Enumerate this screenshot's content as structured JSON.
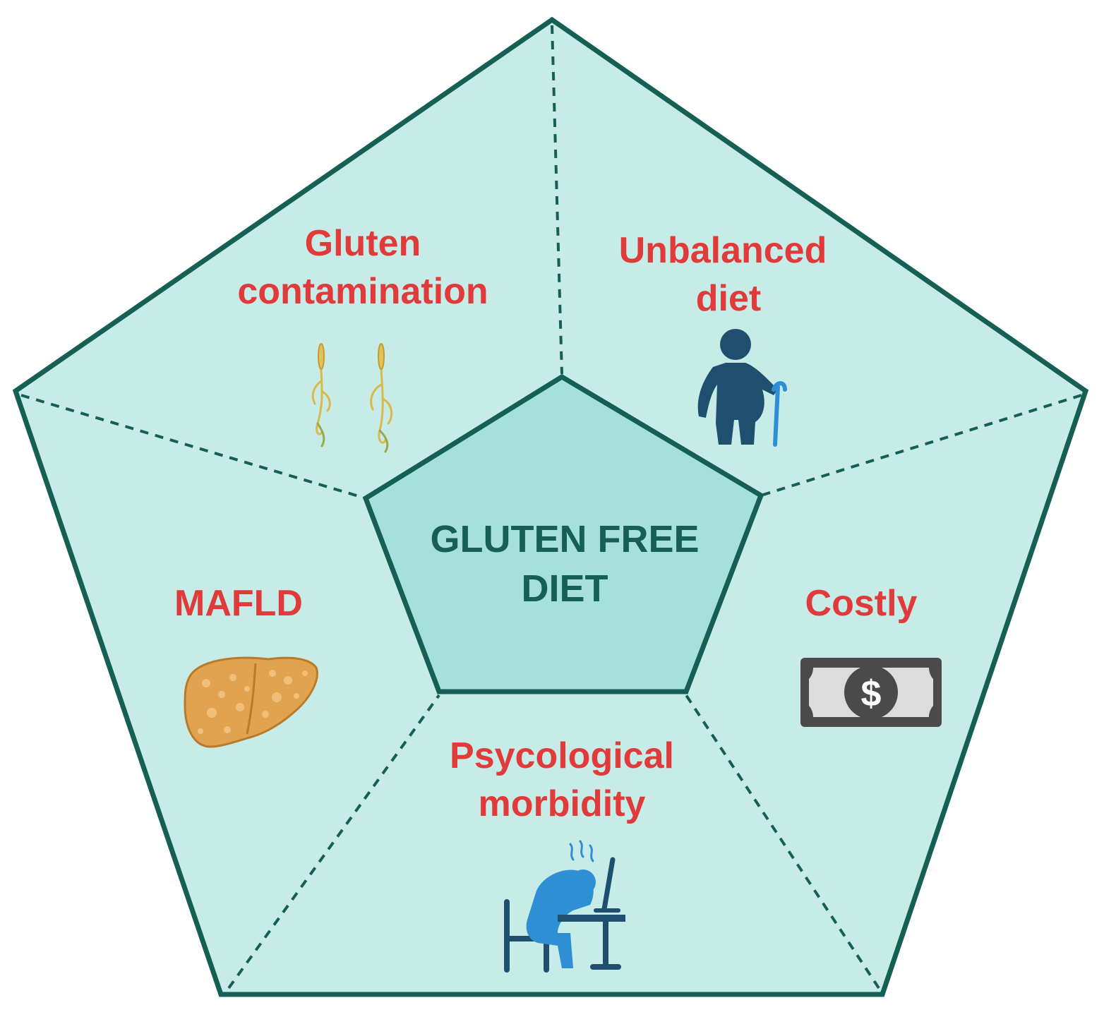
{
  "colors": {
    "outer_fill": "#c7ebe6",
    "inner_fill": "#a5e0da",
    "stroke": "#155f54",
    "label_red": "#e03a3a",
    "label_center": "#155f54",
    "icon_blue_dark": "#1e4f6e",
    "icon_blue_light": "#2f8fd4",
    "liver": "#e1a34f",
    "money_dark": "#4a4a4a",
    "wheat": "#d8b94a"
  },
  "center": {
    "line1": "GLUTEN FREE",
    "line2": "DIET"
  },
  "segments": {
    "gluten": {
      "line1": "Gluten",
      "line2": "contamination",
      "icon": "wheat-icon"
    },
    "unbalanced": {
      "line1": "Unbalanced",
      "line2": "diet",
      "icon": "elderly-person-icon"
    },
    "costly": {
      "line1": "Costly",
      "icon": "money-icon"
    },
    "psychological": {
      "line1": "Psycological",
      "line2": "morbidity",
      "icon": "stressed-person-icon"
    },
    "mafld": {
      "line1": "MAFLD",
      "icon": "liver-icon"
    }
  }
}
